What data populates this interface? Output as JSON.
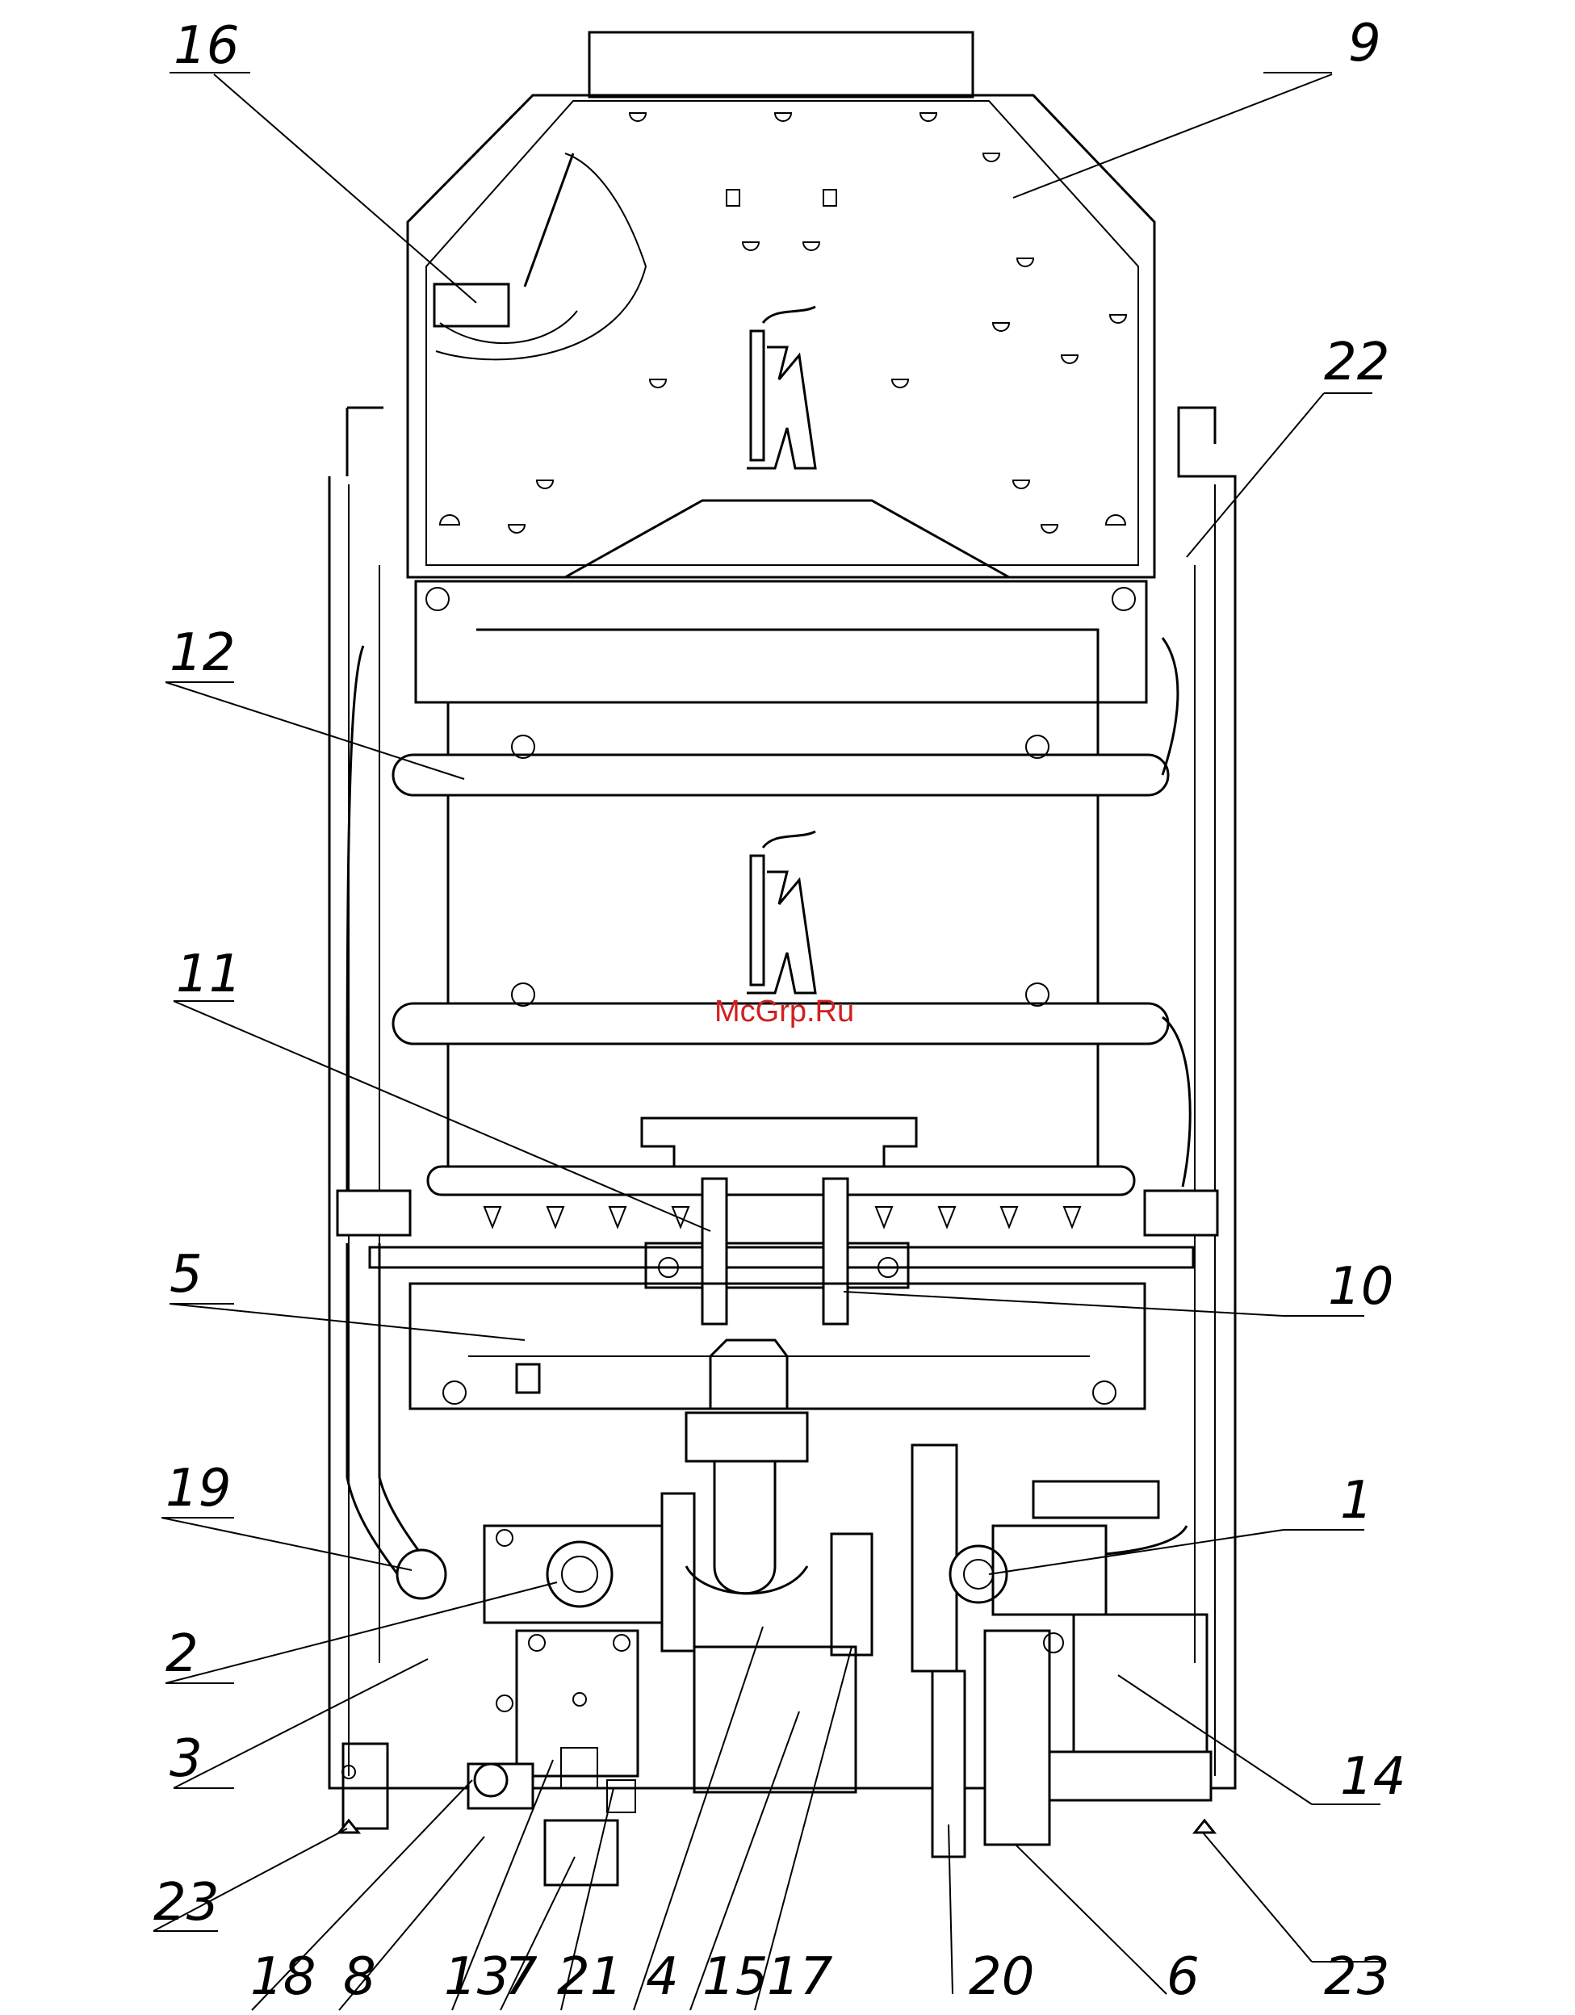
{
  "watermark": "McGrp.Ru",
  "callouts": [
    "16",
    "9",
    "22",
    "12",
    "11",
    "5",
    "10",
    "19",
    "1",
    "2",
    "3",
    "14",
    "23",
    "18",
    "8",
    "13",
    "7",
    "21",
    "4",
    "15",
    "17",
    "20",
    "6",
    "23"
  ]
}
